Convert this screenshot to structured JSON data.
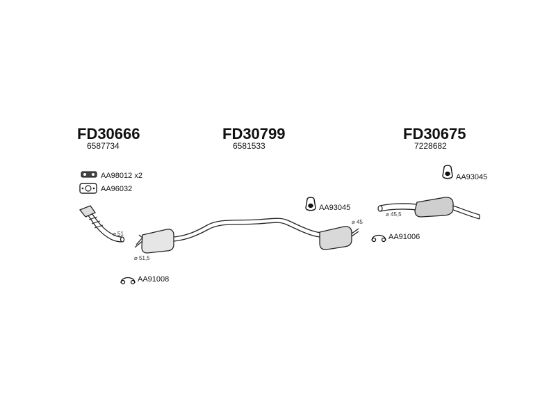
{
  "sections": [
    {
      "code": "FD30666",
      "oem": "6587734"
    },
    {
      "code": "FD30799",
      "oem": "6581533"
    },
    {
      "code": "FD30675",
      "oem": "7228682"
    }
  ],
  "parts": {
    "gasket": "AA98012 x2",
    "flange_ring": "AA96032",
    "clamp_front": "AA91008",
    "hanger_mid": "AA93045",
    "clamp_rear": "AA91006",
    "hanger_rear": "AA93045"
  },
  "diameters": {
    "front_pipe": "⌀ 51",
    "centre_inlet": "⌀ 51,5",
    "centre_outlet": "⌀ 45",
    "rear_inlet": "⌀ 45,5"
  }
}
